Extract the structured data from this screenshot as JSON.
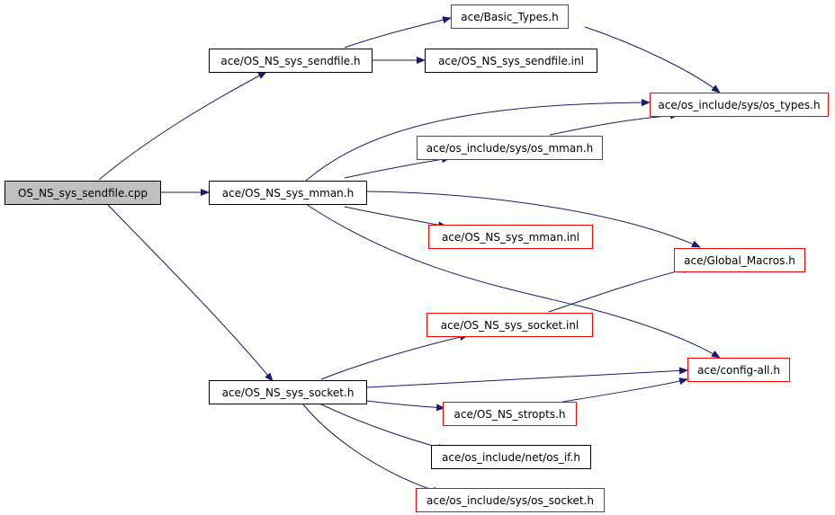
{
  "graph": {
    "root": "OS_NS_sys_sendfile.cpp",
    "nodes": {
      "sendfile_h": "ace/OS_NS_sys_sendfile.h",
      "basic_types": "ace/Basic_Types.h",
      "sendfile_inl": "ace/OS_NS_sys_sendfile.inl",
      "os_types": "ace/os_include/sys/os_types.h",
      "os_mman": "ace/os_include/sys/os_mman.h",
      "mman_h": "ace/OS_NS_sys_mman.h",
      "mman_inl": "ace/OS_NS_sys_mman.inl",
      "global_macros": "ace/Global_Macros.h",
      "socket_inl": "ace/OS_NS_sys_socket.inl",
      "config_all": "ace/config-all.h",
      "socket_h": "ace/OS_NS_sys_socket.h",
      "stropts": "ace/OS_NS_stropts.h",
      "os_if": "ace/os_include/net/os_if.h",
      "os_socket": "ace/os_include/sys/os_socket.h"
    }
  }
}
